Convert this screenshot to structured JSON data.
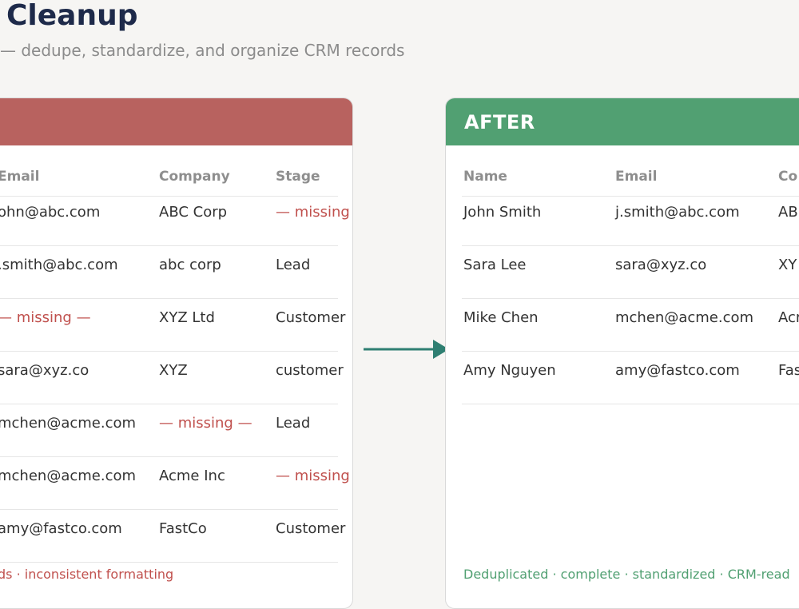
{
  "page": {
    "title": "Cleanup",
    "subtitle": "— dedupe, standardize, and organize CRM records"
  },
  "colors": {
    "title": "#1e2a4a",
    "before_header": "#b8625f",
    "after_header": "#51a072",
    "missing_text": "#c0504d",
    "arrow": "#2f7f72"
  },
  "before": {
    "title": "",
    "headers": [
      "Email",
      "Company",
      "Stage"
    ],
    "rows": [
      [
        "ohn@abc.com",
        "ABC Corp",
        "— missing —"
      ],
      [
        ".smith@abc.com",
        "abc corp",
        "Lead"
      ],
      [
        "— missing —",
        "XYZ Ltd",
        "Customer"
      ],
      [
        "sara@xyz.co",
        "XYZ",
        "customer"
      ],
      [
        "mchen@acme.com",
        "— missing —",
        "Lead"
      ],
      [
        "mchen@acme.com",
        "Acme Inc",
        "— missing —"
      ],
      [
        "amy@fastco.com",
        "FastCo",
        "Customer"
      ]
    ],
    "footer": "ds · inconsistent formatting"
  },
  "after": {
    "title": "AFTER",
    "headers": [
      "Name",
      "Email",
      "Co"
    ],
    "rows": [
      [
        "John Smith",
        "j.smith@abc.com",
        "AB"
      ],
      [
        "Sara Lee",
        "sara@xyz.co",
        "XY"
      ],
      [
        "Mike Chen",
        "mchen@acme.com",
        "Acr"
      ],
      [
        "Amy Nguyen",
        "amy@fastco.com",
        "Fas"
      ]
    ],
    "footer": "Deduplicated · complete · standardized · CRM-read"
  }
}
